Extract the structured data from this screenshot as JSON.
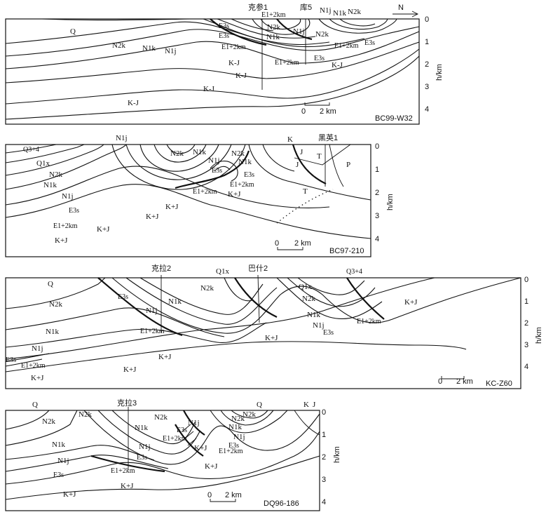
{
  "north_arrow": "N",
  "depth_axis_label": "h/km",
  "depth_ticks": [
    "0",
    "1",
    "2",
    "3",
    "4"
  ],
  "scale_bar": {
    "start": "0",
    "end": "2 km"
  },
  "sections": [
    {
      "name": "BC99-W32",
      "wells": [
        "克参1",
        "库5"
      ],
      "labels": [
        "Q",
        "N2k",
        "N1k",
        "N1j",
        "E3s",
        "E1+2km",
        "K-J",
        "K-J",
        "K-J",
        "K-J",
        "K-J",
        "E1+2km",
        "N1j",
        "N1k",
        "N2k",
        "E3s",
        "E1+2km",
        "N1j",
        "N1k",
        "N2k",
        "E1+2km",
        "E3s",
        "E3s",
        "N2k"
      ]
    },
    {
      "name": "BC97-210",
      "wells": [
        "黑英1"
      ],
      "labels": [
        "Q3+4",
        "Q1x",
        "N2k",
        "N1k",
        "N1j",
        "E3s",
        "E1+2km",
        "K+J",
        "K+J",
        "K+J",
        "K+J",
        "N1j",
        "N2k",
        "N1k",
        "N1j",
        "E3s",
        "N2k",
        "N1k",
        "E3s",
        "E1+2km",
        "E1+2km",
        "K+J",
        "K",
        "J",
        "T",
        "T",
        "P",
        "J"
      ]
    },
    {
      "name": "KC-Z60",
      "wells": [
        "克拉2",
        "巴什2"
      ],
      "labels": [
        "Q",
        "N2k",
        "N1k",
        "N1j",
        "E3s",
        "E1+2km",
        "K+J",
        "K+J",
        "E3s",
        "N1j",
        "E1+2km",
        "N1k",
        "N2k",
        "Q1x",
        "K+J",
        "Q3+4",
        "Q1x",
        "N2k",
        "N1k",
        "N1j",
        "E3s",
        "E1+2km",
        "K+J",
        "K+J"
      ]
    },
    {
      "name": "DQ96-186",
      "wells": [
        "克拉3"
      ],
      "labels": [
        "Q",
        "N2k",
        "N2k",
        "N1k",
        "N1j",
        "E3s",
        "K+J",
        "E1+2km",
        "K+J",
        "E3s",
        "N1j",
        "N1k",
        "N2k",
        "E1+2km",
        "E3s",
        "N1j",
        "K+J",
        "N2k",
        "N1k",
        "N1j",
        "E3s",
        "E1+2km",
        "K+J",
        "Q",
        "N2k",
        "K",
        "J"
      ]
    }
  ]
}
